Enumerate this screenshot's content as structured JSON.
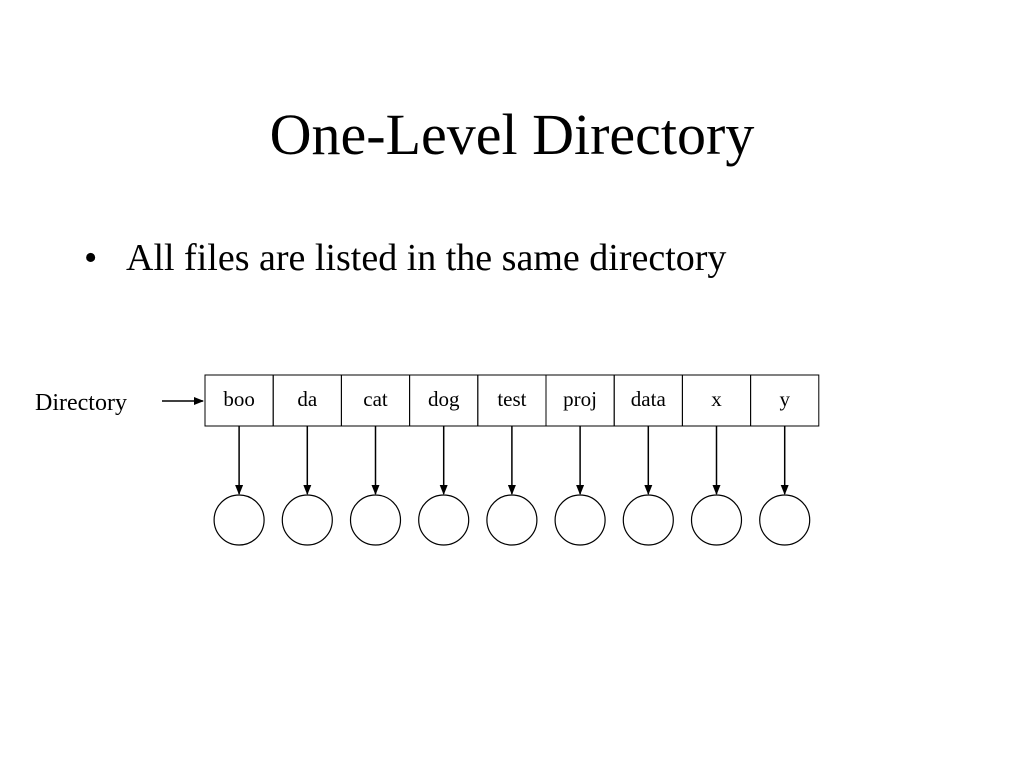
{
  "slide": {
    "title": "One-Level Directory",
    "bullets": [
      "All files are listed in the same directory"
    ]
  },
  "diagram": {
    "directory_label": "Directory",
    "entries": [
      "boo",
      "da",
      "cat",
      "dog",
      "test",
      "proj",
      "data",
      "x",
      "y"
    ],
    "stroke_color": "#000000"
  }
}
